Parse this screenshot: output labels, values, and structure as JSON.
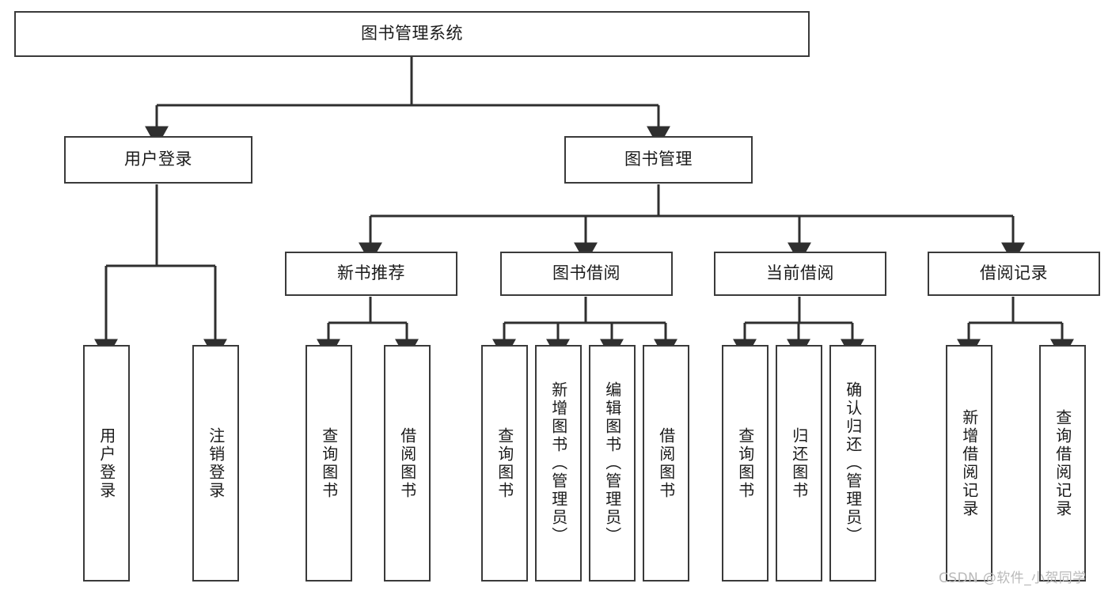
{
  "diagram": {
    "title": "图书管理系统",
    "type": "tree-hierarchy",
    "watermark": "CSDN @软件_小贺同学",
    "colors": {
      "border": "#3a3a3a",
      "fill": "#ffffff",
      "text": "#1b1b1b",
      "edge": "#2f2f2f",
      "background": "#ffffff",
      "watermark": "#b9b9b9"
    }
  },
  "nodes": {
    "root": {
      "id": "root",
      "label": "图书管理系统",
      "level": 0,
      "orientation": "horizontal"
    },
    "level1": [
      {
        "id": "user-login",
        "label": "用户登录",
        "parent": "root",
        "orientation": "horizontal"
      },
      {
        "id": "book-manage",
        "label": "图书管理",
        "parent": "root",
        "orientation": "horizontal"
      }
    ],
    "level2": [
      {
        "id": "new-book-rec",
        "label": "新书推荐",
        "parent": "book-manage",
        "orientation": "horizontal"
      },
      {
        "id": "book-borrow",
        "label": "图书借阅",
        "parent": "book-manage",
        "orientation": "horizontal"
      },
      {
        "id": "current-borrow",
        "label": "当前借阅",
        "parent": "book-manage",
        "orientation": "horizontal"
      },
      {
        "id": "borrow-record",
        "label": "借阅记录",
        "parent": "book-manage",
        "orientation": "horizontal"
      }
    ],
    "leaves": [
      {
        "id": "leaf-user-login",
        "label": "用户登录",
        "parent": "user-login",
        "orientation": "vertical"
      },
      {
        "id": "leaf-user-logout",
        "label": "注销登录",
        "parent": "user-login",
        "orientation": "vertical"
      },
      {
        "id": "leaf-rec-query-book",
        "label": "查询图书",
        "parent": "new-book-rec",
        "orientation": "vertical"
      },
      {
        "id": "leaf-rec-borrow-book",
        "label": "借阅图书",
        "parent": "new-book-rec",
        "orientation": "vertical"
      },
      {
        "id": "leaf-borrow-query-book",
        "label": "查询图书",
        "parent": "book-borrow",
        "orientation": "vertical"
      },
      {
        "id": "leaf-borrow-add-book",
        "label": "新增图书（管理员）",
        "parent": "book-borrow",
        "orientation": "vertical"
      },
      {
        "id": "leaf-borrow-edit-book",
        "label": "编辑图书（管理员）",
        "parent": "book-borrow",
        "orientation": "vertical"
      },
      {
        "id": "leaf-borrow-borrow-book",
        "label": "借阅图书",
        "parent": "book-borrow",
        "orientation": "vertical"
      },
      {
        "id": "leaf-current-query-book",
        "label": "查询图书",
        "parent": "current-borrow",
        "orientation": "vertical"
      },
      {
        "id": "leaf-current-return-book",
        "label": "归还图书",
        "parent": "current-borrow",
        "orientation": "vertical"
      },
      {
        "id": "leaf-current-confirm-return",
        "label": "确认归还（管理员）",
        "parent": "current-borrow",
        "orientation": "vertical"
      },
      {
        "id": "leaf-record-add",
        "label": "新增借阅记录",
        "parent": "borrow-record",
        "orientation": "vertical"
      },
      {
        "id": "leaf-record-query",
        "label": "查询借阅记录",
        "parent": "borrow-record",
        "orientation": "vertical"
      }
    ]
  }
}
